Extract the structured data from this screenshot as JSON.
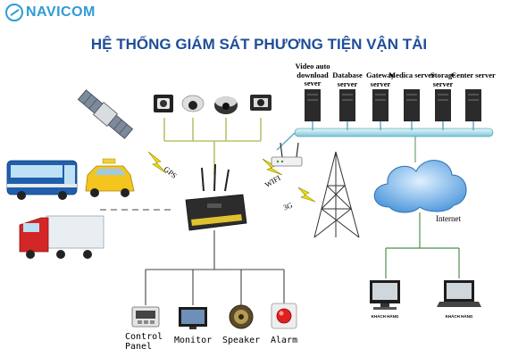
{
  "brand": {
    "name": "NAVICOM",
    "color": "#2e9bd6"
  },
  "title": "HỆ THỐNG GIÁM SÁT PHƯƠNG TIỆN VẬN TẢI",
  "servers": [
    {
      "label": "Video auto download sever"
    },
    {
      "label": "Database server"
    },
    {
      "label": "Gateway server"
    },
    {
      "label": "Medica server"
    },
    {
      "label": "Storage server"
    },
    {
      "label": "Center server"
    }
  ],
  "links": {
    "gps": "GPS",
    "wifi": "WIFI",
    "g3": "3G",
    "internet": "Internet"
  },
  "devices": [
    {
      "line1": "Control",
      "line2": "Panel"
    },
    {
      "line1": "Monitor",
      "line2": ""
    },
    {
      "line1": "Speaker",
      "line2": ""
    },
    {
      "line1": "Alarm",
      "line2": ""
    }
  ],
  "customers": [
    {
      "label": "KHÁCH HÀNG"
    },
    {
      "label": "KHÁCH HÀNG"
    }
  ],
  "colors": {
    "wire": "#b8c36a",
    "bus": "#8fd3e0",
    "title": "#1f4e99",
    "cloud": "#3f8fd8"
  }
}
